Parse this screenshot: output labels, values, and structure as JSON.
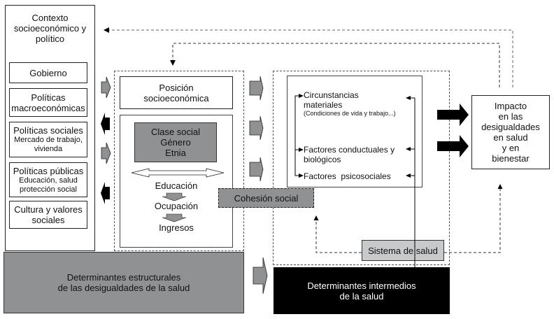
{
  "context": {
    "title": "Contexto socioeconómico y político",
    "items": [
      {
        "lines": [
          "Gobierno"
        ]
      },
      {
        "lines": [
          "Políticas",
          "macroeconómicas"
        ]
      },
      {
        "lines": [
          "Políticas sociales",
          "Mercado de trabajo,",
          "vivienda"
        ]
      },
      {
        "lines": [
          "Políticas públicas",
          "Educación, salud",
          "protección social"
        ]
      },
      {
        "lines": [
          "Cultura y valores",
          "sociales"
        ]
      }
    ]
  },
  "position": {
    "title": "Posición socioeconómica",
    "core_lines": [
      "Clase social",
      "Género",
      "Etnia"
    ],
    "ladder": [
      "Educación",
      "Ocupación",
      "Ingresos"
    ]
  },
  "cohesion": {
    "label": "Cohesión social"
  },
  "intermediate": {
    "items": [
      {
        "title": "Circunstancias materiales",
        "sub": "(Condiciones de vida y trabajo...)"
      },
      {
        "title": "Factores conductuales y biológicos",
        "sub": ""
      },
      {
        "title": "Factores  psicosociales",
        "sub": ""
      }
    ]
  },
  "health_system": {
    "label": "Sistema de salud"
  },
  "impact": {
    "lines": [
      "Impacto",
      "en las",
      "desigualdades",
      "en salud",
      "y en",
      "bienestar"
    ]
  },
  "bottom": {
    "structural": [
      "Determinantes estructurales",
      "de las desigualdades de la salud"
    ],
    "intermediate": [
      "Determinantes intermedios",
      "de la salud"
    ]
  },
  "colors": {
    "gray_fill": "#8f9193",
    "light_gray_fill": "#c8c9cb",
    "black_fill": "#000000"
  }
}
